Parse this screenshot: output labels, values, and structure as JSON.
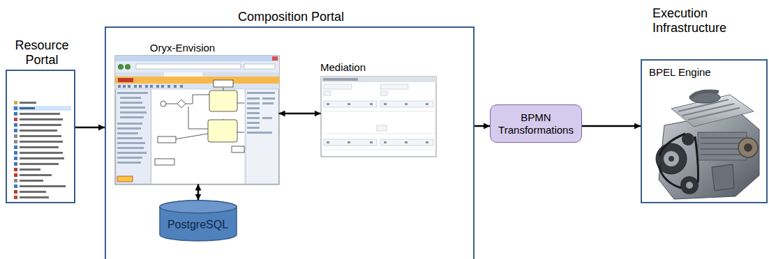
{
  "diagram": {
    "nodes": [
      {
        "text": [
          "Resource Portal"
        ]
      },
      {
        "text": [
          "Composition Portal"
        ]
      },
      {
        "text": [
          "Oryx-Envision"
        ],
        "in": 1
      },
      {
        "text": [
          "Mediation"
        ],
        "in": 1
      },
      {
        "text": [
          "PostgreSQL"
        ],
        "in": 1
      },
      {
        "text": [
          "BPMN Transformations"
        ]
      },
      {
        "text": [
          "Execution Infrastructure",
          "BPEL Engine"
        ]
      }
    ],
    "edges": [
      {
        "from": 0,
        "to": 1,
        "arrow": "to"
      },
      {
        "from": 2,
        "to": 3,
        "arrow": "both"
      },
      {
        "from": 2,
        "to": 4,
        "arrow": "both"
      },
      {
        "from": 1,
        "to": 5,
        "arrow": "to"
      },
      {
        "from": 5,
        "to": 6,
        "arrow": "to"
      }
    ]
  }
}
